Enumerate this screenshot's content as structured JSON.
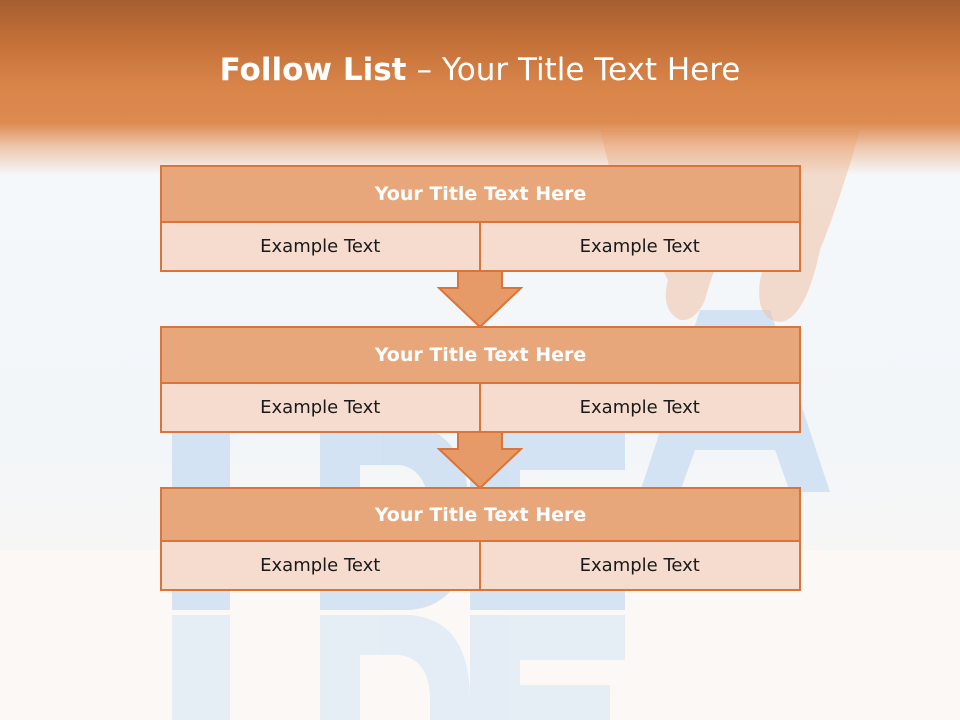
{
  "slide": {
    "title_bold": "Follow List",
    "title_sep": "–",
    "title_rest": "Your Title Text Here"
  },
  "blocks": [
    {
      "title": "Your Title Text Here",
      "left": "Example Text",
      "right": "Example Text"
    },
    {
      "title": "Your Title Text Here",
      "left": "Example Text",
      "right": "Example Text"
    },
    {
      "title": "Your Title Text Here",
      "left": "Example Text",
      "right": "Example Text"
    }
  ],
  "colors": {
    "header": "#d9854a",
    "block_title_fill": "#e8a77b",
    "block_cell_fill": "#f5dccf",
    "border": "#d9753a",
    "arrow_fill": "#e59a68"
  },
  "background": {
    "letters": "IDEA"
  }
}
